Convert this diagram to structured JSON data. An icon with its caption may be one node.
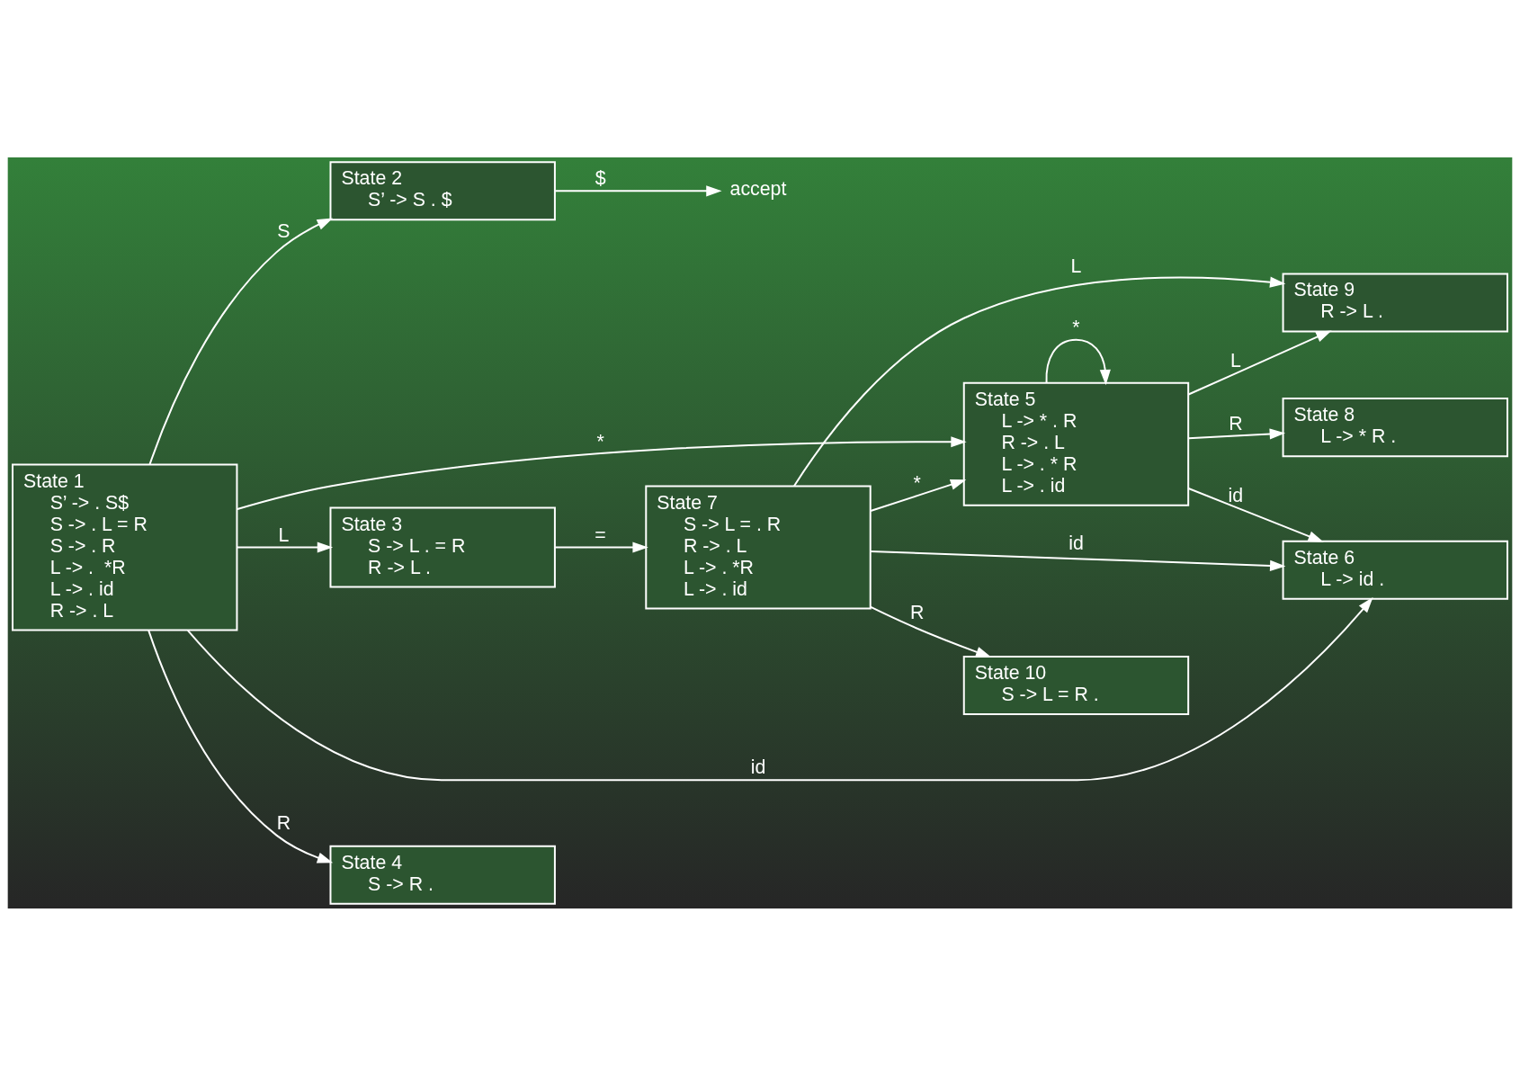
{
  "diagram": {
    "nodes": [
      {
        "text": [
          "State 1",
          "S’ -> . S$",
          "S -> . L = R",
          "S -> . R",
          "L -> .  *R",
          "L -> . id",
          "R -> . L"
        ]
      },
      {
        "text": [
          "State 2",
          "S’ -> S . $"
        ]
      },
      {
        "text": [
          "accept"
        ]
      },
      {
        "text": [
          "State 3",
          "S -> L . = R",
          "R -> L ."
        ]
      },
      {
        "text": [
          "State 4",
          "S -> R ."
        ]
      },
      {
        "text": [
          "State 5",
          "L -> * . R",
          "R -> . L",
          "L -> . * R",
          "L -> . id"
        ]
      },
      {
        "text": [
          "State 6",
          "L -> id ."
        ]
      },
      {
        "text": [
          "State 7",
          "S -> L = . R",
          "R -> . L",
          "L -> . *R",
          "L -> . id"
        ]
      },
      {
        "text": [
          "State 8",
          "L -> * R ."
        ]
      },
      {
        "text": [
          "State 9",
          "R -> L ."
        ]
      },
      {
        "text": [
          "State 10",
          "S -> L = R ."
        ]
      }
    ],
    "edges": [
      {
        "from": 0,
        "to": 1,
        "arrow": "to",
        "label": "S"
      },
      {
        "from": 1,
        "to": 2,
        "arrow": "to",
        "label": "$"
      },
      {
        "from": 0,
        "to": 3,
        "arrow": "to",
        "label": "L"
      },
      {
        "from": 0,
        "to": 4,
        "arrow": "to",
        "label": "R"
      },
      {
        "from": 0,
        "to": 6,
        "arrow": "to",
        "label": "id"
      },
      {
        "from": 0,
        "to": 5,
        "arrow": "to",
        "label": "*"
      },
      {
        "from": 3,
        "to": 7,
        "arrow": "to",
        "label": "="
      },
      {
        "from": 7,
        "to": 10,
        "arrow": "to",
        "label": "R"
      },
      {
        "from": 7,
        "to": 6,
        "arrow": "to",
        "label": "id"
      },
      {
        "from": 7,
        "to": 5,
        "arrow": "to",
        "label": "*"
      },
      {
        "from": 7,
        "to": 9,
        "arrow": "to",
        "label": "L"
      },
      {
        "from": 5,
        "to": 8,
        "arrow": "to",
        "label": "R"
      },
      {
        "from": 5,
        "to": 9,
        "arrow": "to",
        "label": "L"
      },
      {
        "from": 5,
        "to": 6,
        "arrow": "to",
        "label": "id"
      },
      {
        "from": 5,
        "to": 5,
        "arrow": "to",
        "label": "*"
      }
    ]
  }
}
